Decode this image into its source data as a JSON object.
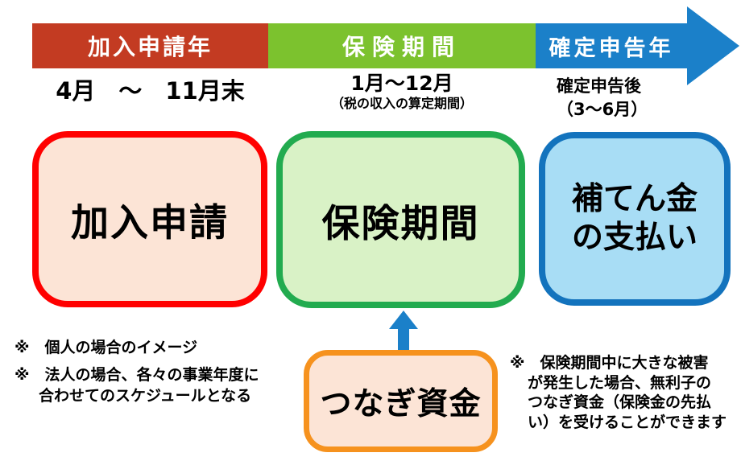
{
  "palette": {
    "band_red": "#c33b22",
    "band_green": "#7cc22e",
    "band_blue": "#1b80c9",
    "apply_border": "#ff0000",
    "apply_fill": "#fce4d6",
    "period_border": "#22ab4f",
    "period_fill": "#d9f2c6",
    "payment_border": "#1373bd",
    "payment_fill": "#a8ddf5",
    "bridge_border": "#f6921e",
    "bridge_fill": "#fce4d6"
  },
  "timeline": {
    "red": {
      "label": "加入申請年",
      "period": "4月　～　11月末"
    },
    "green": {
      "label": "保険期間",
      "period": "1月～12月",
      "period_note": "（税の収入の算定期間）"
    },
    "blue": {
      "label": "確定申告年",
      "period_line1": "確定申告後",
      "period_line2": "（3～6月）"
    }
  },
  "stages": {
    "apply": {
      "label": "加入申請"
    },
    "period": {
      "label": "保険期間"
    },
    "payment": {
      "line1": "補てん金",
      "line2": "の支払い"
    },
    "bridge": {
      "label": "つなぎ資金"
    }
  },
  "notes": {
    "individual": "※　個人の場合のイメージ",
    "corporate_line1": "※　法人の場合、各々の事業年度に",
    "corporate_line2": "合わせてのスケジュールとなる",
    "bridge_note_lines": [
      "※　保険期間中に大きな被害",
      "が発生した場合、無利子の",
      "つなぎ資金（保険金の先払",
      "い）を受けることができます"
    ]
  }
}
